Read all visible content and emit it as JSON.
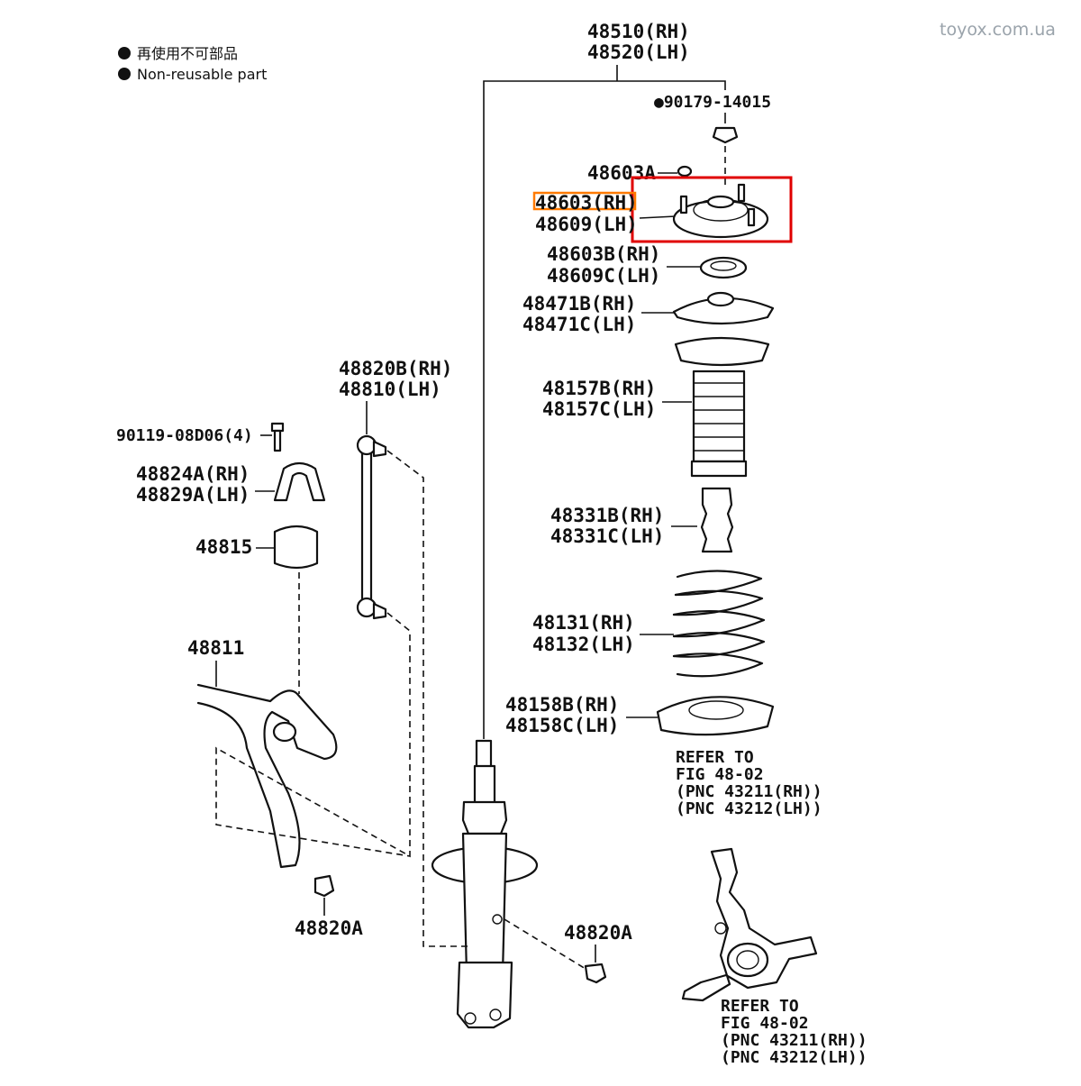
{
  "watermark": "toyox.com.ua",
  "legend": {
    "jp": "再使用不可部品",
    "en": "Non-reusable part"
  },
  "labels": {
    "assembly": [
      "48510(RH)",
      "48520(LH)"
    ],
    "nut_top": "●90179-14015",
    "p48603A": "48603A",
    "support": [
      "48603(RH)",
      "48609(LH)"
    ],
    "bearing": [
      "48603B(RH)",
      "48609C(LH)"
    ],
    "seat_upper": [
      "48471B(RH)",
      "48471C(LH)"
    ],
    "boot": [
      "48157B(RH)",
      "48157C(LH)"
    ],
    "bumper": [
      "48331B(RH)",
      "48331C(LH)"
    ],
    "spring": [
      "48131(RH)",
      "48132(LH)"
    ],
    "insulator": [
      "48158B(RH)",
      "48158C(LH)"
    ],
    "refer1": [
      "REFER TO",
      "FIG 48-02",
      "(PNC 43211(RH))",
      "(PNC 43212(LH))"
    ],
    "refer2": [
      "REFER TO",
      "FIG 48-02",
      "(PNC 43211(RH))",
      "(PNC 43212(LH))"
    ],
    "link": [
      "48820B(RH)",
      "48810(LH)"
    ],
    "bolt": "90119-08D06(4)",
    "bracket": [
      "48824A(RH)",
      "48829A(LH)"
    ],
    "bushing": "48815",
    "stabilizer": "48811",
    "nut_left": "48820A",
    "nut_right": "48820A"
  },
  "colors": {
    "highlight_part": "#e00000",
    "highlight_label": "#ff7a00",
    "watermark": "#9aa3ab"
  }
}
